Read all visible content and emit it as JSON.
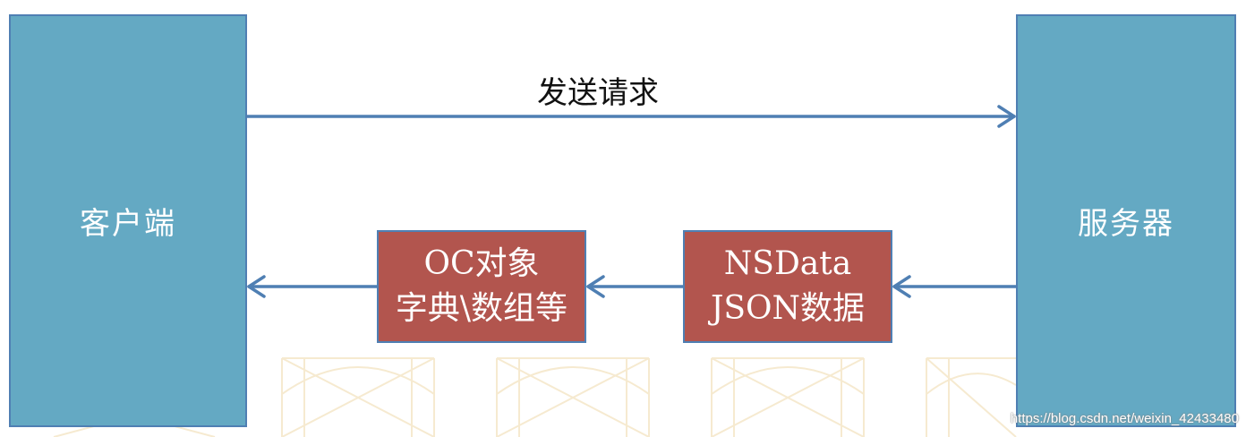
{
  "nodes": {
    "client": "客户端",
    "server": "服务器",
    "oc_line1": "OC对象",
    "oc_line2": "字典\\数组等",
    "ns_line1": "NSData",
    "ns_line2": "JSON数据"
  },
  "edges": {
    "request": "发送请求"
  },
  "watermark": "https://blog.csdn.net/weixin_42433480",
  "colors": {
    "blue_box": "#64a9c3",
    "red_box": "#b2554e",
    "border_arrow": "#4f7fb3"
  }
}
